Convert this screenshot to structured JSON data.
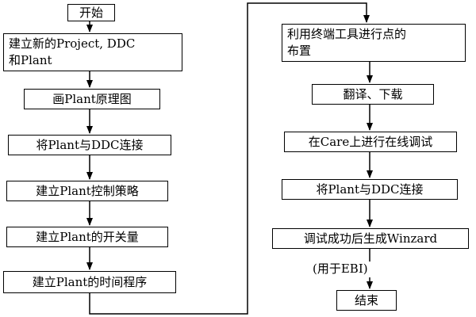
{
  "nodes": {
    "start": "开始",
    "create_project": "建立新的Project, DDC\n和Plant",
    "draw_schematic": "画Plant原理图",
    "connect_ddc": "将Plant与DDC连接",
    "control_strategy": "建立Plant控制策略",
    "switch_points": "建立Plant的开关量",
    "time_program": "建立Plant的时间程序",
    "terminal_points": "利用终端工具进行点的\n布置",
    "translate_download": "翻译、下载",
    "online_debug": "在Care上进行在线调试",
    "connect_ddc_2": "将Plant与DDC连接",
    "generate_winzard": "调试成功后生成Winzard",
    "annotation_ebi": "(用于EBI)",
    "end": "结束"
  },
  "style": {
    "line_color": "#000000",
    "box_background": "#ffffff"
  }
}
